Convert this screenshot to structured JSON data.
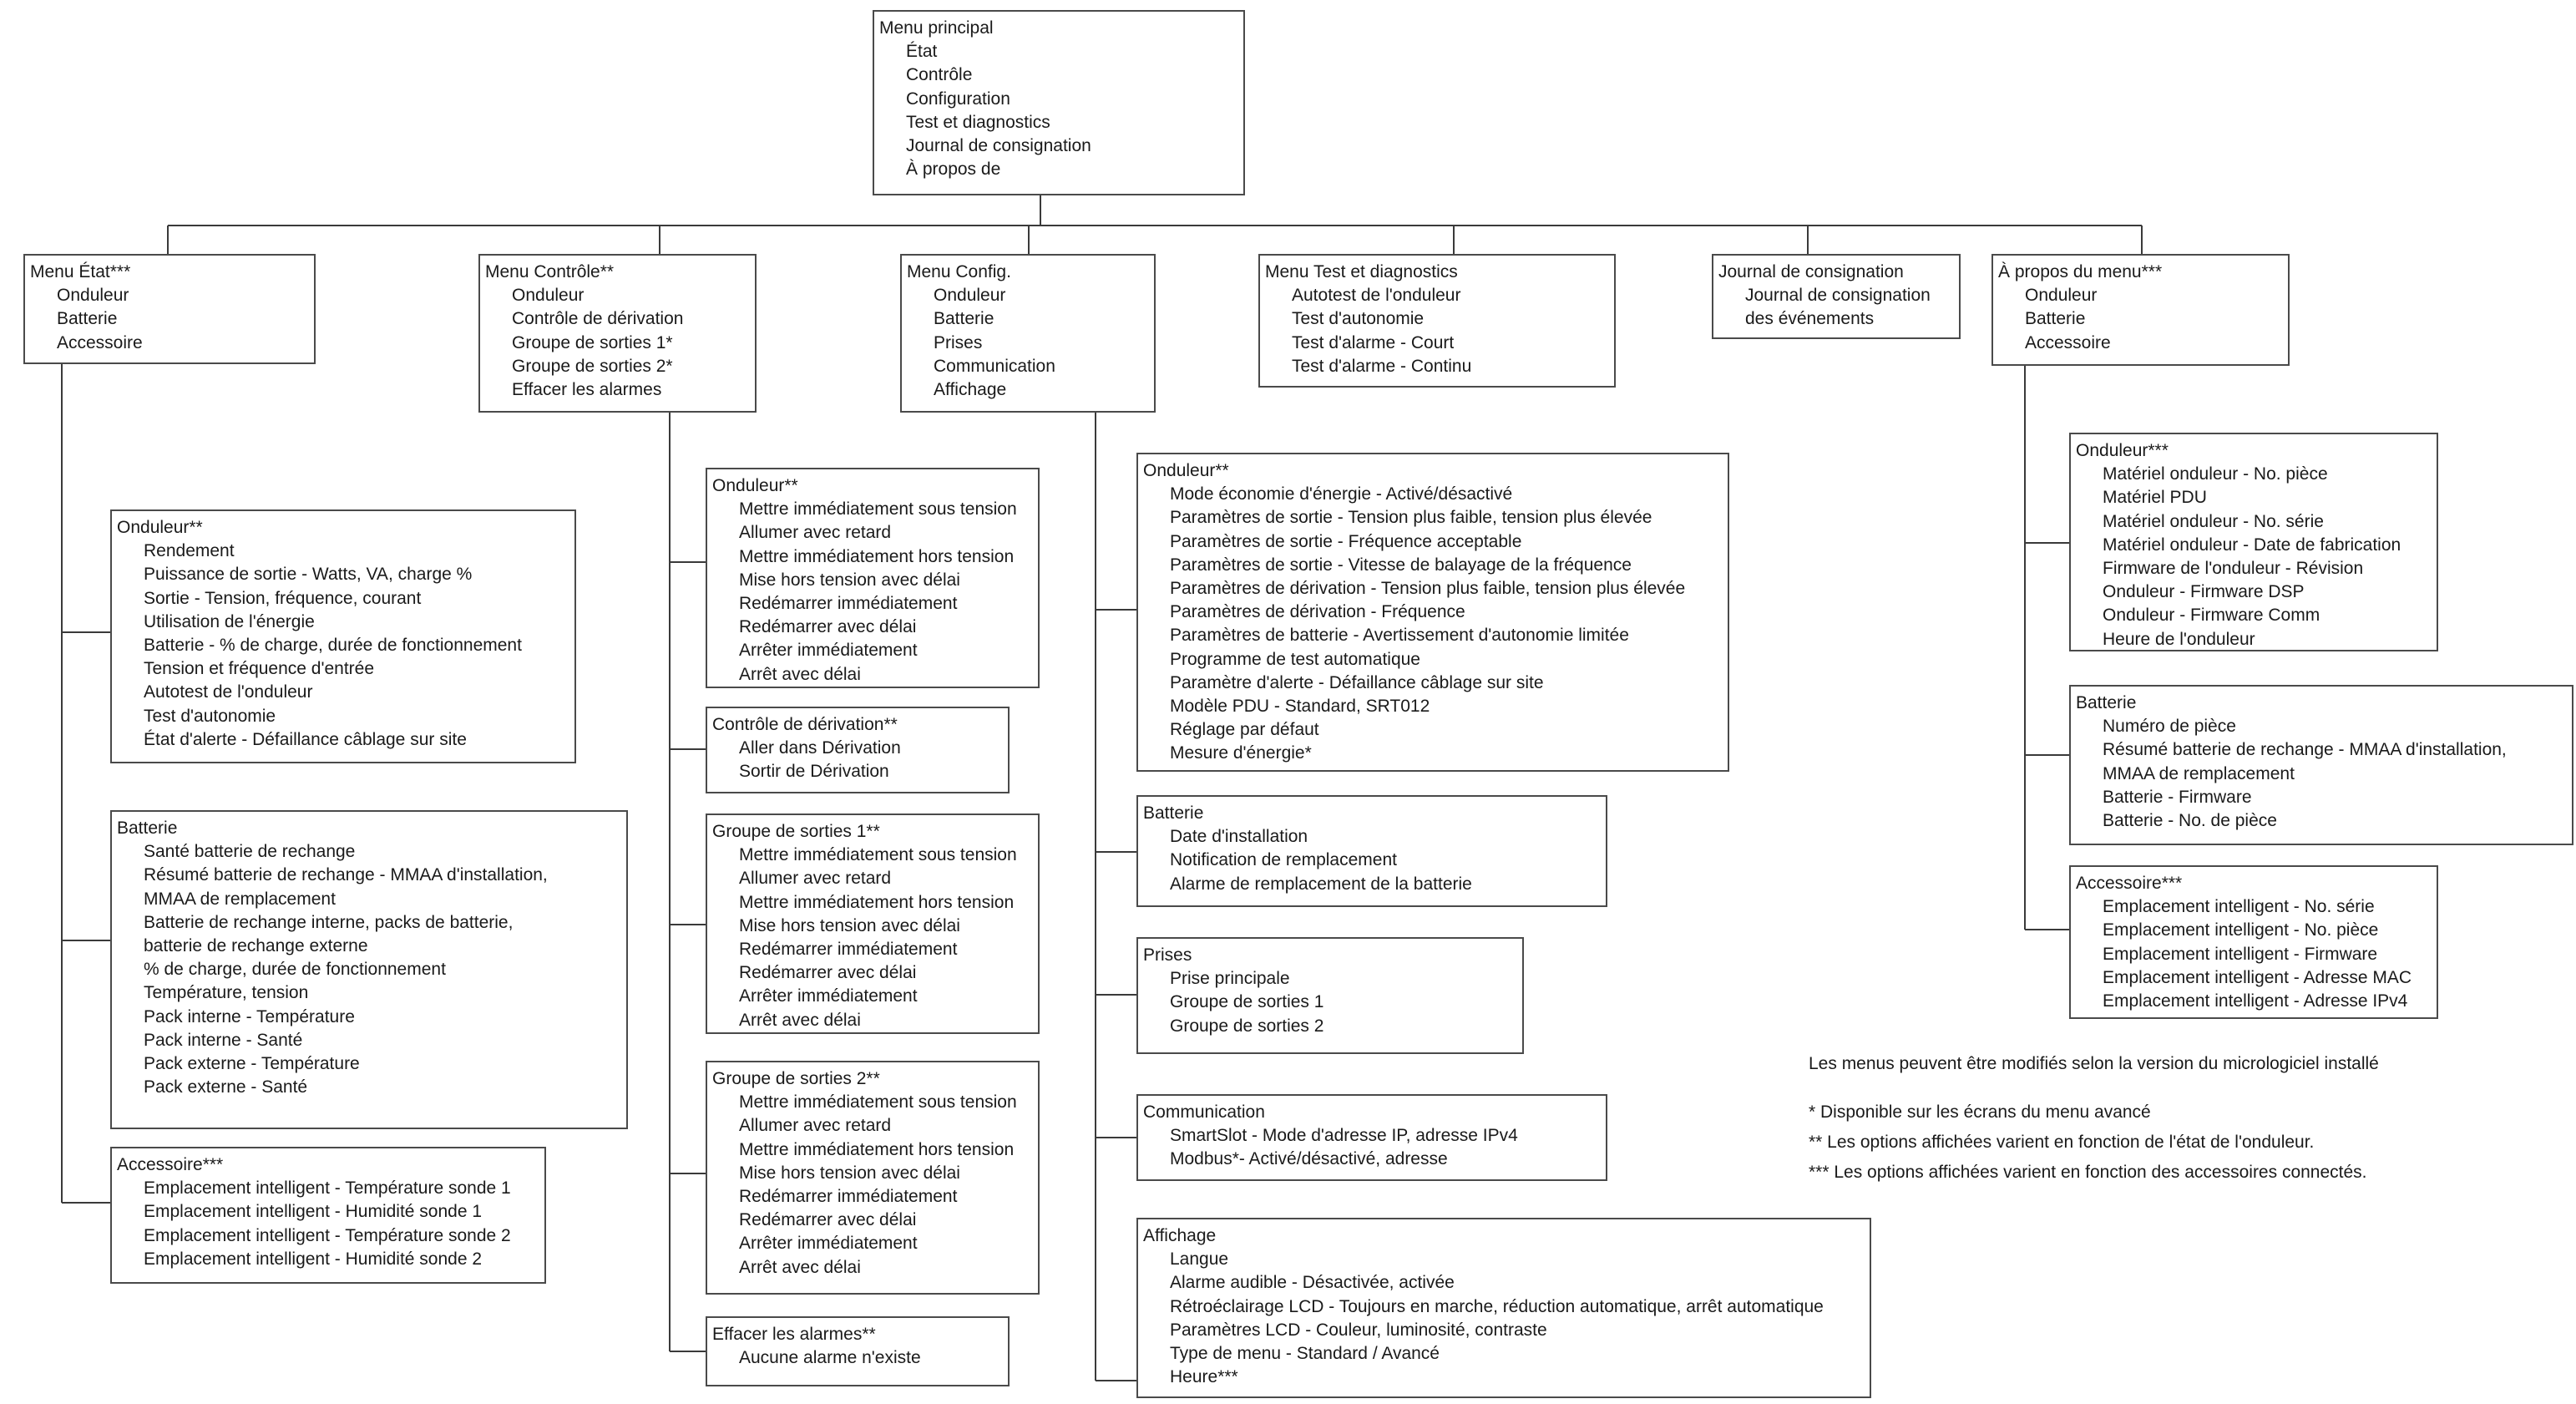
{
  "diagram": {
    "main_menu": {
      "title": "Menu principal",
      "items": [
        "État",
        "Contrôle",
        "Configuration",
        "Test et diagnostics",
        "Journal de consignation",
        "À propos de"
      ]
    },
    "status_menu": {
      "title": "Menu État***",
      "items": [
        "Onduleur",
        "Batterie",
        "Accessoire"
      ],
      "sub": {
        "ups": {
          "title": "Onduleur**",
          "items": [
            "Rendement",
            "Puissance de sortie - Watts, VA, charge %",
            "Sortie - Tension, fréquence, courant",
            "Utilisation de l'énergie",
            "Batterie - % de charge, durée de fonctionnement",
            "Tension et fréquence d'entrée",
            "Autotest de l'onduleur",
            "Test d'autonomie",
            "État d'alerte - Défaillance câblage sur site"
          ]
        },
        "battery": {
          "title": "Batterie",
          "items": [
            "Santé batterie de rechange",
            "Résumé batterie de rechange - MMAA d'installation,",
            "MMAA de remplacement",
            "Batterie de rechange interne, packs de batterie,",
            "batterie de rechange externe",
            "% de charge, durée de fonctionnement",
            "Température, tension",
            "Pack interne - Température",
            "Pack interne - Santé",
            "Pack externe - Température",
            "Pack externe - Santé"
          ]
        },
        "accessory": {
          "title": "Accessoire***",
          "items": [
            "Emplacement intelligent - Température sonde 1",
            "Emplacement intelligent - Humidité sonde 1",
            "Emplacement intelligent - Température sonde 2",
            "Emplacement intelligent - Humidité sonde 2"
          ]
        }
      }
    },
    "control_menu": {
      "title": "Menu Contrôle**",
      "items": [
        "Onduleur",
        "Contrôle de dérivation",
        "Groupe de sorties 1*",
        "Groupe de sorties 2*",
        "Effacer les alarmes"
      ],
      "sub": {
        "ups": {
          "title": "Onduleur**",
          "items": [
            "Mettre immédiatement sous tension",
            "Allumer avec retard",
            "Mettre immédiatement hors tension",
            "Mise hors tension avec délai",
            "Redémarrer immédiatement",
            "Redémarrer avec délai",
            "Arrêter immédiatement",
            "Arrêt avec délai"
          ]
        },
        "bypass": {
          "title": "Contrôle de dérivation**",
          "items": [
            "Aller dans Dérivation",
            "Sortir de Dérivation"
          ]
        },
        "group1": {
          "title": "Groupe de sorties 1**",
          "items": [
            "Mettre immédiatement sous tension",
            "Allumer avec retard",
            "Mettre immédiatement hors tension",
            "Mise hors tension avec délai",
            "Redémarrer immédiatement",
            "Redémarrer avec délai",
            "Arrêter immédiatement",
            "Arrêt avec délai"
          ]
        },
        "group2": {
          "title": "Groupe de sorties 2**",
          "items": [
            "Mettre immédiatement sous tension",
            "Allumer avec retard",
            "Mettre immédiatement hors tension",
            "Mise hors tension avec délai",
            "Redémarrer immédiatement",
            "Redémarrer avec délai",
            "Arrêter immédiatement",
            "Arrêt avec délai"
          ]
        },
        "clear": {
          "title": "Effacer les alarmes**",
          "items": [
            "Aucune alarme n'existe"
          ]
        }
      }
    },
    "config_menu": {
      "title": "Menu Config.",
      "items": [
        "Onduleur",
        "Batterie",
        "Prises",
        "Communication",
        "Affichage"
      ],
      "sub": {
        "ups": {
          "title": "Onduleur**",
          "items": [
            "Mode économie d'énergie - Activé/désactivé",
            "Paramètres de sortie - Tension plus faible, tension plus élevée",
            "Paramètres de sortie - Fréquence acceptable",
            "Paramètres de sortie - Vitesse de balayage de la fréquence",
            "Paramètres de dérivation - Tension plus faible, tension plus élevée",
            "Paramètres de dérivation - Fréquence",
            "Paramètres de batterie - Avertissement d'autonomie limitée",
            "Programme de test automatique",
            "Paramètre d'alerte - Défaillance câblage sur site",
            "Modèle PDU - Standard, SRT012",
            "Réglage par défaut",
            "Mesure d'énergie*"
          ]
        },
        "battery": {
          "title": "Batterie",
          "items": [
            "Date d'installation",
            "Notification de remplacement",
            "Alarme de remplacement de la batterie"
          ]
        },
        "outlets": {
          "title": "Prises",
          "items": [
            "Prise principale",
            "Groupe de sorties 1",
            "Groupe de sorties 2"
          ]
        },
        "comm": {
          "title": "Communication",
          "items": [
            "SmartSlot - Mode d'adresse IP, adresse IPv4",
            "Modbus*- Activé/désactivé, adresse"
          ]
        },
        "display": {
          "title": "Affichage",
          "items": [
            "Langue",
            "Alarme audible - Désactivée, activée",
            "Rétroéclairage LCD - Toujours en marche, réduction automatique, arrêt automatique",
            "Paramètres LCD - Couleur, luminosité, contraste",
            "Type de menu - Standard / Avancé",
            "Heure***"
          ]
        }
      }
    },
    "test_menu": {
      "title": "Menu Test et diagnostics",
      "items": [
        "Autotest de l'onduleur",
        "Test d'autonomie",
        "Test d'alarme - Court",
        "Test d'alarme - Continu"
      ]
    },
    "log_menu": {
      "title": "Journal de consignation",
      "items": [
        "Journal de consignation",
        "des événements"
      ]
    },
    "about_menu": {
      "title": "À propos du menu***",
      "items": [
        "Onduleur",
        "Batterie",
        "Accessoire"
      ],
      "sub": {
        "ups": {
          "title": "Onduleur***",
          "items": [
            "Matériel onduleur - No. pièce",
            "Matériel PDU",
            "Matériel onduleur - No. série",
            "Matériel onduleur - Date de fabrication",
            "Firmware de l'onduleur - Révision",
            "Onduleur - Firmware DSP",
            "Onduleur - Firmware Comm",
            "Heure de l'onduleur"
          ]
        },
        "battery": {
          "title": "Batterie",
          "items": [
            "Numéro de pièce",
            "Résumé batterie de rechange - MMAA d'installation,",
            "MMAA de remplacement",
            "Batterie - Firmware",
            "Batterie - No. de pièce"
          ]
        },
        "accessory": {
          "title": "Accessoire***",
          "items": [
            "Emplacement intelligent - No. série",
            "Emplacement intelligent - No. pièce",
            "Emplacement intelligent - Firmware",
            "Emplacement intelligent - Adresse MAC",
            "Emplacement intelligent - Adresse IPv4"
          ]
        }
      }
    },
    "notes": {
      "firmware": "Les menus peuvent être modifiés selon la version du micrologiciel installé",
      "star1": "* Disponible sur les écrans du menu avancé",
      "star2": "** Les options affichées varient en fonction de l'état de l'onduleur.",
      "star3": "*** Les options affichées varient en fonction des accessoires connectés."
    }
  }
}
